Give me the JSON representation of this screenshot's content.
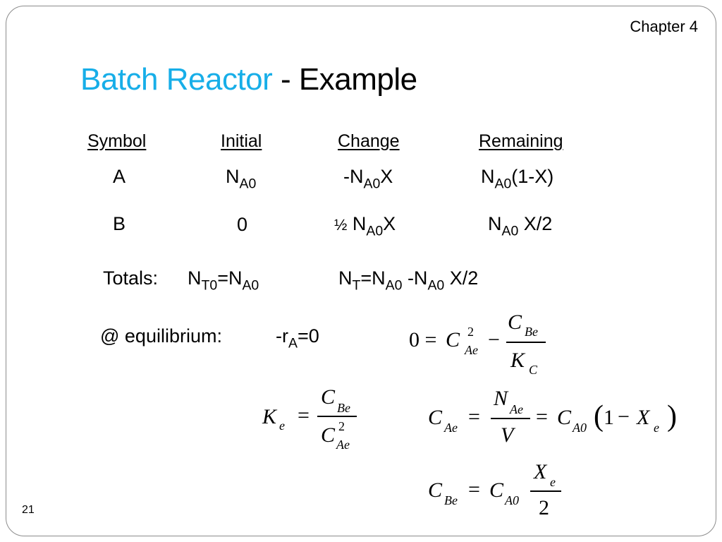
{
  "header": {
    "chapter": "Chapter 4"
  },
  "title": {
    "part1": "Batch Reactor",
    "part2": " - Example"
  },
  "table": {
    "headers": [
      "Symbol",
      "Initial",
      "Change",
      "Remaining"
    ],
    "rows": [
      {
        "symbol": "A",
        "initial_base": "N",
        "initial_sub": "A0",
        "change_pre": "-N",
        "change_sub": "A0",
        "change_post": "X",
        "remaining_base": "N",
        "remaining_sub": "A0",
        "remaining_post": "(1-X)"
      },
      {
        "symbol": "B",
        "initial": "0",
        "change_pre": "½",
        "change_base": " N",
        "change_sub": "A0",
        "change_post": "X",
        "remaining_base": "N",
        "remaining_sub": "A0",
        "remaining_post": " X/2"
      }
    ]
  },
  "totals": {
    "label": "Totals:",
    "nt0_base": "N",
    "nt0_sub": "T0",
    "nt0_eq": "=N",
    "nt0_sub2": "A0",
    "nt_base": "N",
    "nt_sub": "T",
    "nt_eq": "=N",
    "nt_sub2": "A0",
    "nt_mid": " -N",
    "nt_sub3": "A0",
    "nt_post": " X/2"
  },
  "equilibrium": {
    "label": "@ equilibrium:",
    "rate_pre": "-r",
    "rate_sub": "A",
    "rate_post": "=0"
  },
  "equations": {
    "eq1": {
      "lhs": "0 =",
      "c1": "C",
      "c1_sup": "2",
      "c1_sub": "Ae",
      "minus": "−",
      "num": "C",
      "num_sub": "Be",
      "den": "K",
      "den_sub": "C"
    },
    "eq2": {
      "lhs": "K",
      "lhs_sub": "e",
      "eq": "=",
      "num": "C",
      "num_sub": "Be",
      "den": "C",
      "den_sup": "2",
      "den_sub": "Ae"
    },
    "eq3": {
      "lhs": "C",
      "lhs_sub": "Ae",
      "eq": "=",
      "num": "N",
      "num_sub": "Ae",
      "den": "V",
      "eq2": "=",
      "c": "C",
      "c_sub": "A0",
      "paren_open": "(",
      "one": "1",
      "minus": "−",
      "x": "X",
      "x_sub": "e",
      "paren_close": ")"
    },
    "eq4": {
      "lhs": "C",
      "lhs_sub": "Be",
      "eq": "=",
      "c": "C",
      "c_sub": "A0",
      "num": "X",
      "num_sub": "e",
      "den": "2"
    }
  },
  "footer": {
    "page_number": "21"
  }
}
